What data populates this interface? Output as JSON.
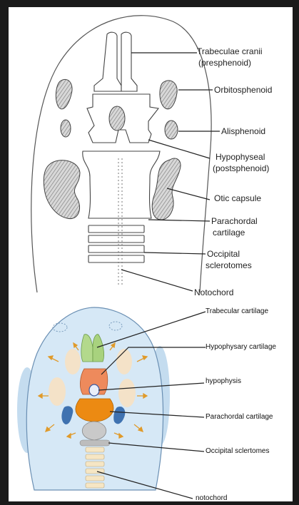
{
  "top_diagram": {
    "labels": [
      {
        "id": "trabeculae",
        "line1": "Trabeculae cranii",
        "line2": "(presphenoid)"
      },
      {
        "id": "orbitosphenoid",
        "line1": "Orbitosphenoid",
        "line2": ""
      },
      {
        "id": "alisphenoid",
        "line1": "Alisphenoid",
        "line2": ""
      },
      {
        "id": "hypophyseal",
        "line1": "Hypophyseal",
        "line2": "(postsphenoid)"
      },
      {
        "id": "otic",
        "line1": "Otic capsule",
        "line2": ""
      },
      {
        "id": "parachordal",
        "line1": "Parachordal",
        "line2": "cartilage"
      },
      {
        "id": "occipital",
        "line1": "Occipital",
        "line2": "sclerotomes"
      },
      {
        "id": "notochord",
        "line1": "Notochord",
        "line2": ""
      }
    ]
  },
  "bottom_diagram": {
    "labels": [
      {
        "id": "trabecular",
        "text": "Trabecular cartilage"
      },
      {
        "id": "hypophysary",
        "text": "Hypophysary cartilage"
      },
      {
        "id": "hypophysis",
        "text": "hypophysis"
      },
      {
        "id": "parachordal2",
        "text": "Parachordal cartilage"
      },
      {
        "id": "occipital2",
        "text": "Occipital sclertomes"
      },
      {
        "id": "notochord2",
        "text": "notochord"
      }
    ],
    "colors": {
      "head_fill": "#cfe3f3",
      "trabecular": "#b3d98c",
      "hypophysary": "#ee8a5c",
      "parachordal": "#ec8a12",
      "otic": "#3f72b0",
      "otic_light": "#f6dfc0",
      "occipital": "#c9c9c9",
      "arrows": "#e09a2a"
    }
  }
}
